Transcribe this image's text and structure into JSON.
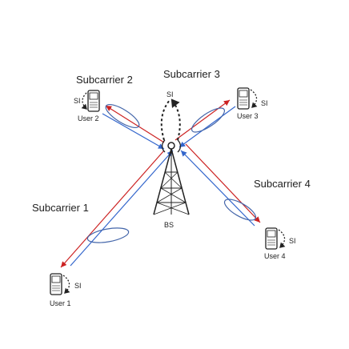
{
  "subcarriers": {
    "sc1": "Subcarrier 1",
    "sc2": "Subcarrier 2",
    "sc3": "Subcarrier 3",
    "sc4": "Subcarrier 4"
  },
  "bs_label": "BS",
  "users": {
    "u1": "User 1",
    "u2": "User 2",
    "u3": "User 3",
    "u4": "User 4"
  },
  "si_labels": {
    "u1": "SI",
    "u2": "SI",
    "u3": "SI",
    "u4": "SI",
    "bs": "SI"
  },
  "colors": {
    "downlink": "#cc2222",
    "uplink": "#3366cc",
    "ellipse": "#4466aa",
    "si_arrow": "#222222"
  }
}
